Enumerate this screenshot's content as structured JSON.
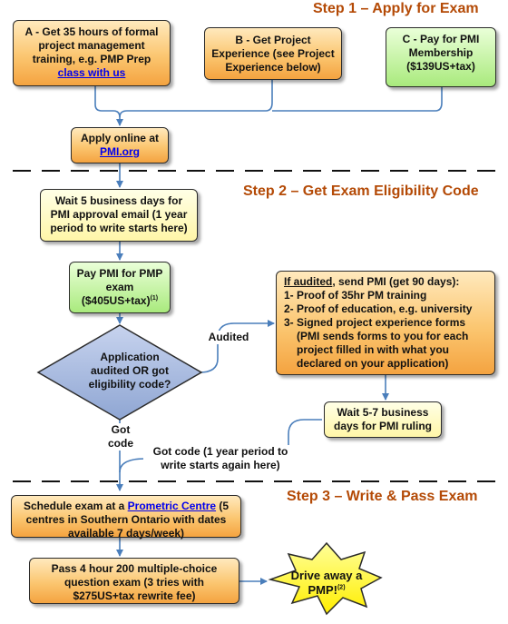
{
  "steps": {
    "step1": "Step 1 – Apply for Exam",
    "step2": "Step 2 – Get Exam Eligibility Code",
    "step3": "Step 3 – Write & Pass Exam"
  },
  "box_a": {
    "text": "A - Get 35 hours of formal project management training, e.g. PMP Prep",
    "link": "class with us"
  },
  "box_b": {
    "text": "B - Get Project Experience (see Project Experience below)"
  },
  "box_c": {
    "text": "C - Pay for PMI Membership ($139US+tax)"
  },
  "apply": {
    "text": "Apply online at",
    "link": "PMI.org"
  },
  "wait5": {
    "text": "Wait 5 business days for PMI approval email (1 year period to write starts here)"
  },
  "pay": {
    "text": "Pay PMI for PMP exam ($405US+tax)",
    "note": "(1)"
  },
  "decision": {
    "text": "Application audited OR got eligibility code?"
  },
  "audited_label": "Audited",
  "got_code_label": "Got code",
  "audit_box": {
    "heading_underlined": "If audited",
    "heading_rest": ", send PMI (get 90 days):",
    "items": [
      "1- Proof of 35hr PM training",
      "2- Proof of education, e.g. university",
      "3- Signed project experience forms"
    ],
    "note": "(PMI sends forms to you for each project filled in with what you declared on your application)"
  },
  "wait57": {
    "text": "Wait 5-7 business days for PMI ruling"
  },
  "got_code_again": "Got code (1 year period to write starts again here)",
  "schedule": {
    "text_before": "Schedule exam at a",
    "link": "Prometric Centre",
    "text_after": "(5 centres in Southern Ontario with dates available 7 days/week)"
  },
  "pass": {
    "text": "Pass 4 hour 200 multiple-choice question exam (3 tries with $275US+tax rewrite fee)"
  },
  "star": {
    "text": "Drive away a PMP!",
    "note": "(2)"
  },
  "colors": {
    "step_heading": "#b44a06",
    "orange_box": "#f4a340",
    "yellow_box": "#fff6a8",
    "green_box": "#a9ea7d",
    "decision": "#8fa6d3",
    "star": "#ffff33",
    "connector": "#4a7ebb",
    "link": "#0000ee"
  }
}
